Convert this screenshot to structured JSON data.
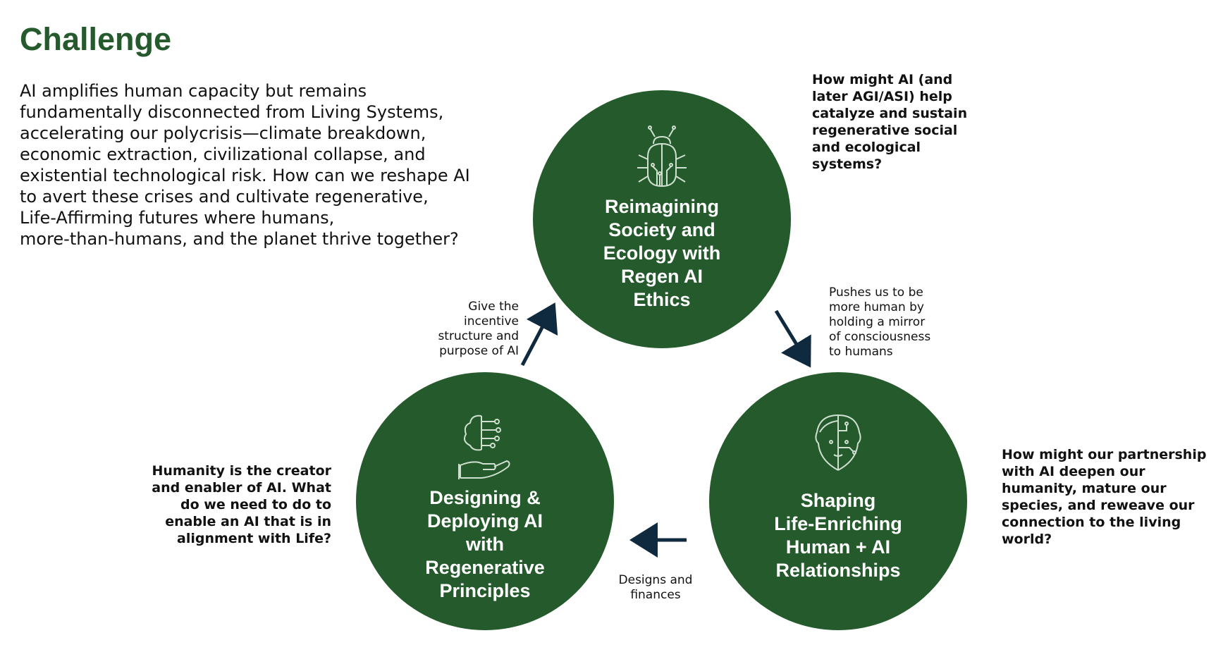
{
  "page": {
    "title": "Challenge",
    "intro_lines": [
      "AI amplifies human capacity but remains",
      "fundamentally disconnected from Living Systems,",
      "accelerating our polycrisis—climate breakdown,",
      "economic extraction, civilizational collapse, and",
      "existential technological risk. How can we reshape AI",
      "to avert these crises and cultivate regenerative,",
      "Life-Affirming futures where humans,",
      "more-than-humans, and the planet thrive together?"
    ]
  },
  "colors": {
    "circle_fill": "#245a2c",
    "title": "#245a2c",
    "arrow": "#0f2a3f",
    "circle_text": "#ffffff"
  },
  "circles": {
    "top": {
      "icon": "circuit-bug-icon",
      "label_lines": [
        "Reimagining",
        "Society and",
        "Ecology with",
        "Regen AI",
        "Ethics"
      ]
    },
    "left": {
      "icon": "hand-brain-circuit-icon",
      "label_lines": [
        "Designing &",
        "Deploying AI",
        "with",
        "Regenerative",
        "Principles"
      ]
    },
    "right": {
      "icon": "human-ai-face-icon",
      "label_lines": [
        "Shaping",
        "Life-Enriching",
        "Human + AI",
        "Relationships"
      ]
    }
  },
  "questions": {
    "top": [
      "How might AI (and",
      "later AGI/ASI) help",
      "catalyze and sustain",
      "regenerative social",
      "and ecological",
      "systems?"
    ],
    "left": [
      "Humanity is the creator",
      "and enabler of AI. What",
      "do we need to do to",
      "enable an AI that is in",
      "alignment with Life?"
    ],
    "right": [
      "How might our partnership",
      "with AI deepen our",
      "humanity, mature our",
      "species, and reweave our",
      "connection to the living",
      "world?"
    ]
  },
  "arrows": {
    "left_to_top": [
      "Give the",
      "incentive",
      "structure and",
      "purpose of AI"
    ],
    "top_to_right": [
      "Pushes us to be",
      "more human by",
      "holding a mirror",
      "of consciousness",
      "to humans"
    ],
    "right_to_left": [
      "Designs and",
      "finances"
    ]
  }
}
